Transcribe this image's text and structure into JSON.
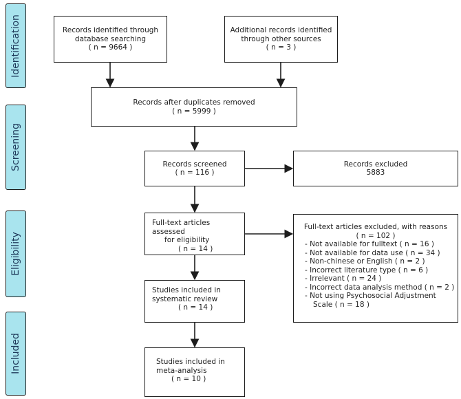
{
  "stages": {
    "identification": "Identification",
    "screening": "Screening",
    "eligibility": "Eligibility",
    "included": "Included"
  },
  "boxes": {
    "database": {
      "line1": "Records identified through",
      "line2": "database searching",
      "line3": "( n = 9664 )"
    },
    "other": {
      "line1": "Additional records identified",
      "line2": "through other sources",
      "line3": "( n = 3 )"
    },
    "duplicates": {
      "line1": "Records after duplicates removed",
      "line2": "( n = 5999 )"
    },
    "screened": {
      "line1": "Records screened",
      "line2": "( n = 116 )"
    },
    "excluded": {
      "line1": "Records excluded",
      "line2": "5883"
    },
    "fulltext": {
      "line1": "Full-text articles assessed",
      "line2": "for eligibility",
      "line3": "( n = 14 )"
    },
    "systematic": {
      "line1": "Studies included in",
      "line2": "systematic review",
      "line3": "( n = 14 )"
    },
    "meta": {
      "line1": "Studies included in",
      "line2": "meta-analysis",
      "line3": "( n = 10 )"
    }
  },
  "reasons": {
    "header1": "Full-text articles excluded, with reasons",
    "header2": "( n = 102 )",
    "items": [
      "- Not available for fulltext ( n = 16 )",
      "- Not available for data use ( n = 34 )",
      "- Non-chinese or English ( n = 2 )",
      "- Incorrect literature type ( n = 6 )",
      "- Irrelevant ( n = 24 )",
      "- Incorrect data analysis method ( n = 2 )",
      "- Not using Psychosocial Adjustment",
      "  Scale ( n = 18 )"
    ]
  },
  "colors": {
    "stage_fill": "#a9e4ee",
    "border": "#1d1d1d",
    "stage_text": "#1f3a5a"
  }
}
